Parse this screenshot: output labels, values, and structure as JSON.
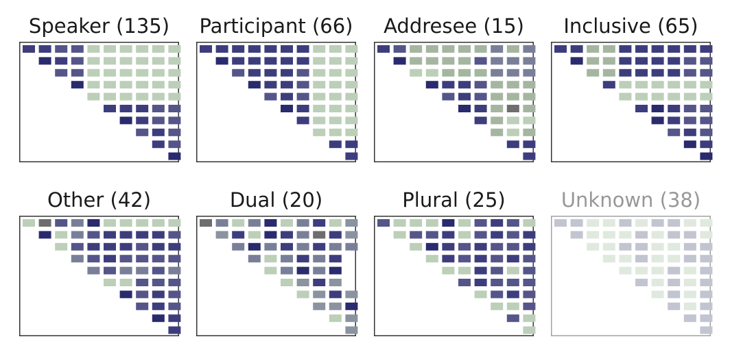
{
  "colors": {
    "dark_navy": "#2a2a6e",
    "navy": "#3d3d7e",
    "purple": "#55558a",
    "slate": "#7a7f99",
    "gray_blue": "#8a939f",
    "dark_gray": "#6e6e6e",
    "mid_green": "#a5b6a0",
    "sage": "#bccfb8",
    "frame": "#333333",
    "title": "#1a1a1a",
    "faded": "#aaaaaa"
  },
  "legend_codes": {
    "N": "dark_navy",
    "D": "navy",
    "P": "purple",
    "S": "slate",
    "B": "gray_blue",
    "X": "dark_gray",
    "M": "mid_green",
    "G": "sage"
  },
  "chart_data": [
    {
      "type": "heatmap",
      "title": "Speaker (135)",
      "faded": false,
      "rows": [
        "DDPPGGGGGG",
        "NDPGGGGGG",
        "PPGGGGGG",
        "NGGGGGG",
        "GGGGGG",
        "DDDPP",
        "NDPP",
        "PDP",
        "DP",
        "N"
      ]
    },
    {
      "type": "heatmap",
      "title": "Participant (66)",
      "faded": false,
      "rows": [
        "DDDDDDDGGG",
        "NDDDDDGGG",
        "PDDDPGGG",
        "NDDPGGG",
        "PDPGGG",
        "NDGGG",
        "DGGG",
        "GGG",
        "DD",
        "D"
      ]
    },
    {
      "type": "heatmap",
      "title": "Addresee (15)",
      "faded": false,
      "rows": [
        "DPMMMMMSMS",
        "NMMMMPSSS",
        "GGMMMSSS",
        "NDDPMMM",
        "PDPMMM",
        "NDMXM",
        "DMGG",
        "MGM",
        "DD",
        "D"
      ]
    },
    {
      "type": "heatmap",
      "title": "Inclusive (65)",
      "faded": false,
      "rows": [
        "DDMMDDDDDD",
        "NMMDDDDPP",
        "MMDDDDPP",
        "DGGGGGG",
        "GGGGGG",
        "DNDPP",
        "NDPP",
        "PDP",
        "ND",
        "N"
      ]
    },
    {
      "type": "heatmap",
      "title": "Other (42)",
      "faded": false,
      "rows": [
        "GXPSNGGGGG",
        "NGSPDDDDP",
        "GPDDDPDD",
        "SPDPPPP",
        "SPSSPS",
        "GGPPP",
        "NPDP",
        "PDP",
        "ND",
        "D"
      ]
    },
    {
      "type": "heatmap",
      "title": "Dual (20)",
      "faded": false,
      "rows": [
        "XSGSNGSDGB",
        "BDGNDSXDB",
        "SNSDSDSS",
        "SGSDSD",
        "GSNSN",
        "GBDB",
        "GBDB",
        "BBN",
        "GB",
        "B"
      ]
    },
    {
      "type": "heatmap",
      "title": "Plural (25)",
      "faded": false,
      "rows": [
        "PGGGNGPDPG",
        "GPPDGPDPD",
        "GNDPDPPD",
        "GDPDPDP",
        "GGDPGP",
        "PDPPP",
        "GPDP",
        "GGP",
        "PG",
        "G"
      ]
    },
    {
      "type": "heatmap",
      "title": "Unknown (38)",
      "faded": true,
      "rows": [
        "SSGGSGSSGG",
        "SGGGSGSSG",
        "GGSSGGSS",
        "GGSGGSS",
        "GGGSGS",
        "SGSGS",
        "GSGS",
        "SGS",
        "SS",
        "S"
      ]
    }
  ]
}
